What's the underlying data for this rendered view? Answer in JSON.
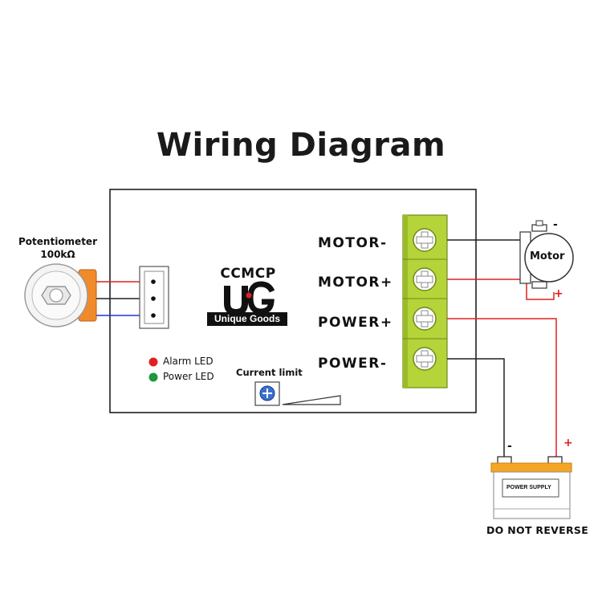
{
  "title": "Wiring Diagram",
  "potentiometer": {
    "label_line1": "Potentiometer",
    "label_line2": "100kΩ"
  },
  "brand": {
    "name": "CCMCP",
    "logo_text": "UG",
    "tagline": "Unique Goods"
  },
  "leds": [
    {
      "label": "Alarm  LED",
      "color": "#e02020"
    },
    {
      "label": "Power  LED",
      "color": "#1a9a3a"
    }
  ],
  "current_limit": {
    "label": "Current limit"
  },
  "terminals": [
    {
      "label": "MOTOR-"
    },
    {
      "label": "MOTOR+"
    },
    {
      "label": "POWER+"
    },
    {
      "label": "POWER-"
    }
  ],
  "motor": {
    "label": "Motor",
    "minus": "-",
    "plus": "+"
  },
  "power_supply": {
    "label": "POWER SUPPLY",
    "minus": "-",
    "plus": "+",
    "warning": "DO NOT REVERSE"
  },
  "colors": {
    "terminal_green": "#b5d43a",
    "wire_red": "#e02020",
    "wire_blue": "#2233cc",
    "wire_black": "#222222",
    "pot_orange": "#f08a2a",
    "battery_orange": "#f5a623"
  }
}
